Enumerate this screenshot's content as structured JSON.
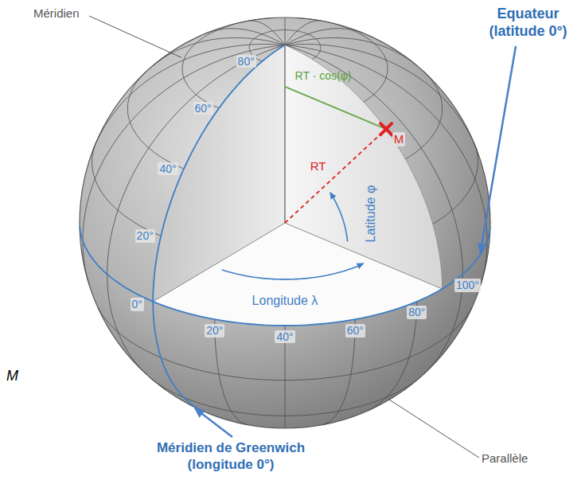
{
  "diagram": {
    "labels": [
      "Méridien",
      "80°",
      "60°",
      "40°",
      "20°",
      "0°",
      "20°",
      "40°",
      "60°",
      "80°",
      "100°",
      "RT · cos(φ)",
      "M",
      "RT",
      "Latitude φ",
      "Longitude λ",
      "Equateur (latitude 0°)",
      "Parallèle",
      "M",
      "Méridien de Greenwich (longitude 0°)"
    ]
  }
}
